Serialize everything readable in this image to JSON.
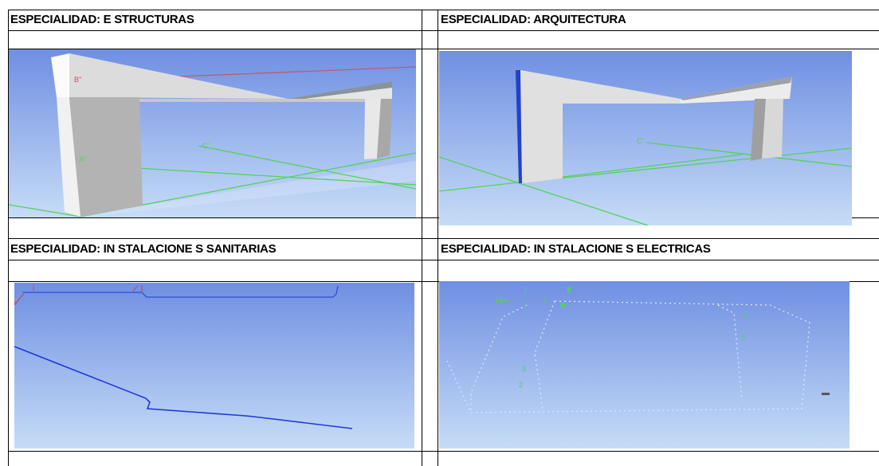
{
  "panels": [
    {
      "header": "ESPECIALIDAD: E STRUCTURAS",
      "labels": [
        "B''",
        "C'",
        "A''"
      ]
    },
    {
      "header": "ESPECIALIDAD: ARQUITECTURA",
      "labels": [
        "C'"
      ]
    },
    {
      "header": "ESPECIALIDAD: IN STALACIONE S SANITARIAS",
      "labels": []
    },
    {
      "header": "ESPECIALIDAD: IN STALACIONE S ELECTRICAS",
      "labels": [
        "1",
        "2",
        "1",
        "3",
        "B",
        "5",
        "5",
        "3",
        "2"
      ]
    }
  ],
  "colors": {
    "sky_top": "#6f8fe2",
    "sky_bottom": "#c6dcf7",
    "axis_green": "#53d25c",
    "axis_red": "#e0455a",
    "pipe_blue": "#1f3ad6"
  }
}
